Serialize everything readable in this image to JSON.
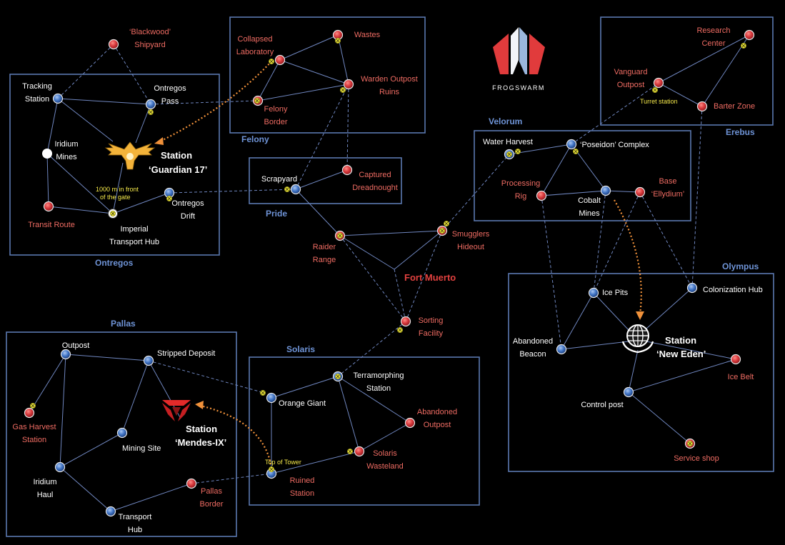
{
  "colors": {
    "background": "#000000",
    "region_border": "#5b78b0",
    "region_label": "#6e93d6",
    "red_node": "#cf2e32",
    "blue_node": "#3a6ec2",
    "red_text": "#ee6b62",
    "white_text": "#ffffff",
    "gate": "#e9e43a",
    "transfer_route": "#f0913a"
  },
  "logo": {
    "name": "frogswarm-logo",
    "text": "FROGSWARM"
  },
  "regions": {
    "ontregos": "Ontregos",
    "felony": "Felony",
    "pride": "Pride",
    "velorum": "Velorum",
    "erebus": "Erebus",
    "olympus": "Olympus",
    "pallas": "Pallas",
    "solaris": "Solaris"
  },
  "stations": {
    "guardian": {
      "line1": "Station",
      "line2": "‘Guardian 17’"
    },
    "new_eden": {
      "line1": "Station",
      "line2": "‘New Eden’"
    },
    "mendes": {
      "line1": "Station",
      "line2": "‘Mendes-IX’"
    }
  },
  "hub": "Fort Muerto",
  "notes": {
    "gate_note": [
      "1000 m in front",
      "of the gate"
    ],
    "turret": "Turret station",
    "tower": "Top of Tower"
  },
  "locations": {
    "blackwood": [
      "‘Blackwood’",
      "Shipyard"
    ],
    "tracking_station": [
      "Tracking",
      "Station"
    ],
    "ontregos_pass": [
      "Ontregos",
      "Pass"
    ],
    "iridium_mines": [
      "Iridium",
      "Mines"
    ],
    "transit_route": [
      "Transit Route"
    ],
    "imperial_hub": [
      "Imperial",
      "Transport Hub"
    ],
    "ontregos_drift": [
      "Ontregos",
      "Drift"
    ],
    "collapsed_lab": [
      "Collapsed",
      "Laboratory"
    ],
    "wastes": [
      "Wastes"
    ],
    "warden": [
      "Warden Outpost",
      "Ruins"
    ],
    "felony_border": [
      "Felony",
      "Border"
    ],
    "scrapyard": [
      "Scrapyard"
    ],
    "captured_dreadnought": [
      "Captured",
      "Dreadnought"
    ],
    "raider_range": [
      "Raider",
      "Range"
    ],
    "smugglers": [
      "Smugglers",
      "Hideout"
    ],
    "sorting": [
      "Sorting",
      "Facility"
    ],
    "water_harvest": [
      "Water Harvest"
    ],
    "poseidon": [
      "‘Poseidon’ Complex"
    ],
    "processing_rig": [
      "Processing",
      "Rig"
    ],
    "cobalt_mines": [
      "Cobalt",
      "Mines"
    ],
    "base_ellydium": [
      "Base",
      "‘Ellydium’"
    ],
    "research_center": [
      "Research",
      "Center"
    ],
    "vanguard": [
      "Vanguard",
      "Outpost"
    ],
    "barter_zone": [
      "Barter Zone"
    ],
    "ice_pits": [
      "Ice Pits"
    ],
    "colonization_hub": [
      "Colonization Hub"
    ],
    "abandoned_beacon": [
      "Abandoned",
      "Beacon"
    ],
    "ice_belt": [
      "Ice Belt"
    ],
    "control_post": [
      "Control post"
    ],
    "service_shop": [
      "Service shop"
    ],
    "outpost": [
      "Outpost"
    ],
    "stripped_deposit": [
      "Stripped Deposit"
    ],
    "gas_harvest": [
      "Gas Harvest",
      "Station"
    ],
    "mining_site": [
      "Mining Site"
    ],
    "iridium_haul": [
      "Iridium",
      "Haul"
    ],
    "transport_hub": [
      "Transport",
      "Hub"
    ],
    "pallas_border": [
      "Pallas",
      "Border"
    ],
    "terramorphing": [
      "Terramorphing",
      "Station"
    ],
    "orange_giant": [
      "Orange Giant"
    ],
    "abandoned_outpost": [
      "Abandoned",
      "Outpost"
    ],
    "solaris_wasteland": [
      "Solaris",
      "Wasteland"
    ],
    "ruined_station": [
      "Ruined",
      "Station"
    ]
  }
}
